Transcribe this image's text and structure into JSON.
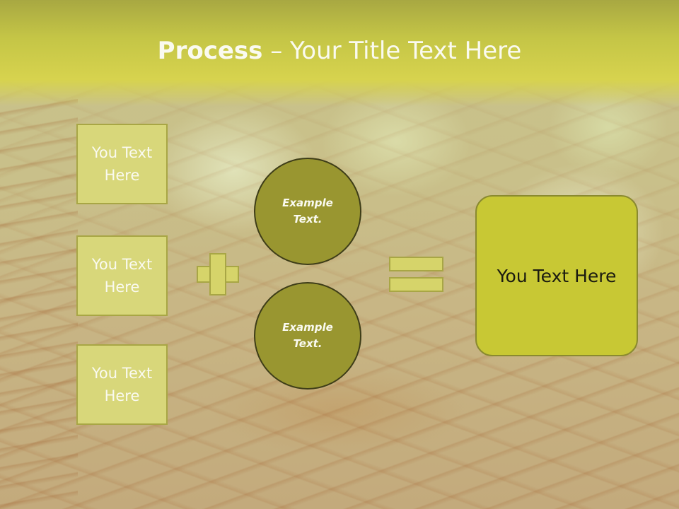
{
  "slide": {
    "title_bold": "Process",
    "title_dash": " – ",
    "title_rest": "Your Title Text Here"
  },
  "inputs": [
    {
      "label": "You Text Here"
    },
    {
      "label": "You Text Here"
    },
    {
      "label": "You Text Here"
    }
  ],
  "circles": [
    {
      "label": "Example Text."
    },
    {
      "label": "Example Text."
    }
  ],
  "result": {
    "label": "You Text Here"
  },
  "colors": {
    "title_band": "#c4c546",
    "input_box": "#d8d77a",
    "circle_fill": "#999630",
    "result_fill": "#c8c834",
    "title_text": "#fafaf0"
  },
  "icons": {
    "operator_1": "plus-icon",
    "operator_2": "equals-icon"
  }
}
